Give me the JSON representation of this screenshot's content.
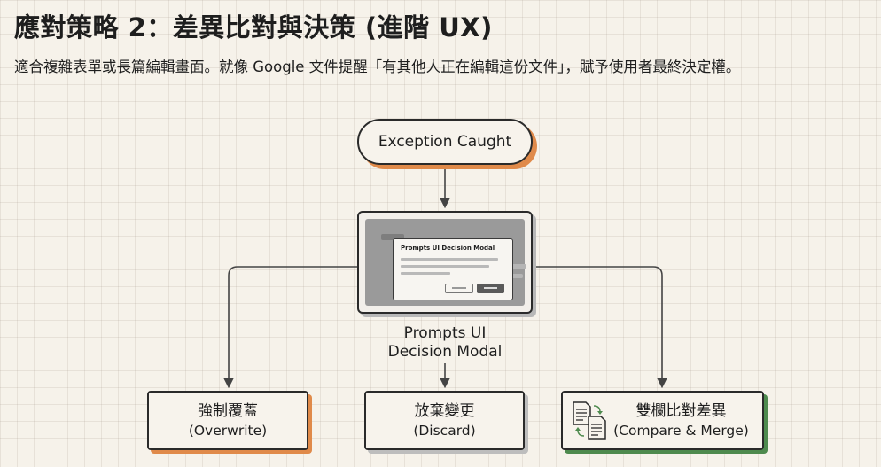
{
  "header": {
    "title": "應對策略 2：差異比對與決策 (進階 UX)",
    "subtitle": "適合複雜表單或長篇編輯畫面。就像 Google 文件提醒「有其他人正在編輯這份文件」，賦予使用者最終決定權。"
  },
  "flow": {
    "start": "Exception Caught",
    "modal": {
      "dialog_title": "Prompts UI Decision Modal",
      "label_line1": "Prompts UI",
      "label_line2": "Decision Modal"
    },
    "options": [
      {
        "label": "強制覆蓋",
        "sub": "(Overwrite)",
        "accent": "#e08a4a"
      },
      {
        "label": "放棄變更",
        "sub": "(Discard)",
        "accent": "#bdbdbd"
      },
      {
        "label": "雙欄比對差異",
        "sub": "(Compare & Merge)",
        "accent": "#4e8a4e",
        "icon": "document-compare-icon"
      }
    ]
  }
}
